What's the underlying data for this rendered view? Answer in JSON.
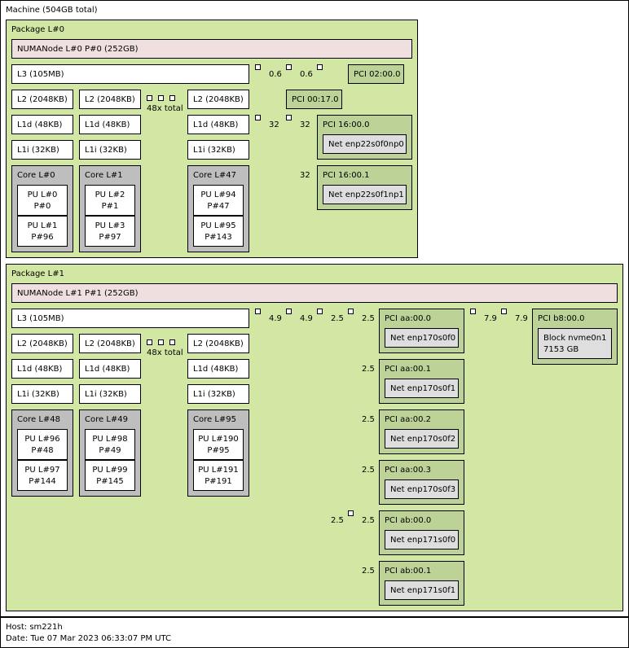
{
  "machine": {
    "label": "Machine (504GB total)"
  },
  "packages": [
    {
      "label": "Package L#0",
      "numa": "NUMANode L#0 P#0 (252GB)",
      "l3": "L3 (105MB)",
      "l2": [
        "L2 (2048KB)",
        "L2 (2048KB)",
        "L2 (2048KB)"
      ],
      "l1d": [
        "L1d (48KB)",
        "L1d (48KB)",
        "L1d (48KB)"
      ],
      "l1i": [
        "L1i (32KB)",
        "L1i (32KB)",
        "L1i (32KB)"
      ],
      "total": "48x total",
      "cores": [
        {
          "label": "Core L#0",
          "pus": [
            [
              "PU L#0",
              "P#0"
            ],
            [
              "PU L#1",
              "P#96"
            ]
          ]
        },
        {
          "label": "Core L#1",
          "pus": [
            [
              "PU L#2",
              "P#1"
            ],
            [
              "PU L#3",
              "P#97"
            ]
          ]
        },
        {
          "label": "Core L#47",
          "pus": [
            [
              "PU L#94",
              "P#47"
            ],
            [
              "PU L#95",
              "P#143"
            ]
          ]
        }
      ],
      "link_labels": [
        "0.6",
        "0.6",
        "32",
        "32",
        "32"
      ],
      "pci": [
        {
          "label": "PCI 02:00.0"
        },
        {
          "label": "PCI 00:17.0"
        },
        {
          "label": "PCI 16:00.0",
          "dev": "Net enp22s0f0np0"
        },
        {
          "label": "PCI 16:00.1",
          "dev": "Net enp22s0f1np1"
        }
      ]
    },
    {
      "label": "Package L#1",
      "numa": "NUMANode L#1 P#1 (252GB)",
      "l3": "L3 (105MB)",
      "l2": [
        "L2 (2048KB)",
        "L2 (2048KB)",
        "L2 (2048KB)"
      ],
      "l1d": [
        "L1d (48KB)",
        "L1d (48KB)",
        "L1d (48KB)"
      ],
      "l1i": [
        "L1i (32KB)",
        "L1i (32KB)",
        "L1i (32KB)"
      ],
      "total": "48x total",
      "cores": [
        {
          "label": "Core L#48",
          "pus": [
            [
              "PU L#96",
              "P#48"
            ],
            [
              "PU L#97",
              "P#144"
            ]
          ]
        },
        {
          "label": "Core L#49",
          "pus": [
            [
              "PU L#98",
              "P#49"
            ],
            [
              "PU L#99",
              "P#145"
            ]
          ]
        },
        {
          "label": "Core L#95",
          "pus": [
            [
              "PU L#190",
              "P#95"
            ],
            [
              "PU L#191",
              "P#191"
            ]
          ]
        }
      ],
      "link_labels": [
        "4.9",
        "4.9",
        "2.5",
        "2.5",
        "2.5",
        "2.5",
        "2.5",
        "2.5",
        "2.5",
        "2.5",
        "7.9",
        "7.9"
      ],
      "pci": [
        {
          "label": "PCI aa:00.0",
          "dev": "Net enp170s0f0"
        },
        {
          "label": "PCI aa:00.1",
          "dev": "Net enp170s0f1"
        },
        {
          "label": "PCI aa:00.2",
          "dev": "Net enp170s0f2"
        },
        {
          "label": "PCI aa:00.3",
          "dev": "Net enp170s0f3"
        },
        {
          "label": "PCI ab:00.0",
          "dev": "Net enp171s0f0"
        },
        {
          "label": "PCI ab:00.1",
          "dev": "Net enp171s0f1"
        },
        {
          "label": "PCI b8:00.0",
          "dev": "Block nvme0n1",
          "dev2": "7153 GB"
        }
      ]
    }
  ],
  "footer": {
    "host": "Host: sm221h",
    "date": "Date: Tue 07 Mar 2023 06:33:07 PM UTC"
  }
}
